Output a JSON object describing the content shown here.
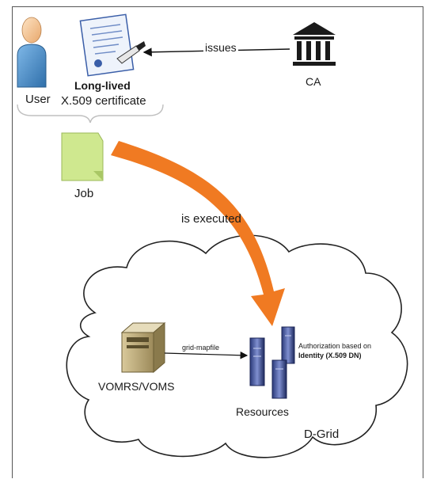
{
  "user_label": "User",
  "certificate": {
    "bold_label": "Long-lived",
    "text_label": "X.509 certificate"
  },
  "issues_label": "issues",
  "ca_label": "CA",
  "job_label": "Job",
  "executed_label": "is executed",
  "gridmap_label": "grid-mapfile",
  "authorization": {
    "line1": "Authorization based on",
    "line2": "Identity (X.509 DN)"
  },
  "voms_label": "VOMRS/VOMS",
  "resources_label": "Resources",
  "cloud_label": "D-Grid",
  "colors": {
    "arrow": "#f07a22",
    "job_doc": "#cfe88f",
    "user": "#4a90cf",
    "cloud_stroke": "#222222"
  }
}
